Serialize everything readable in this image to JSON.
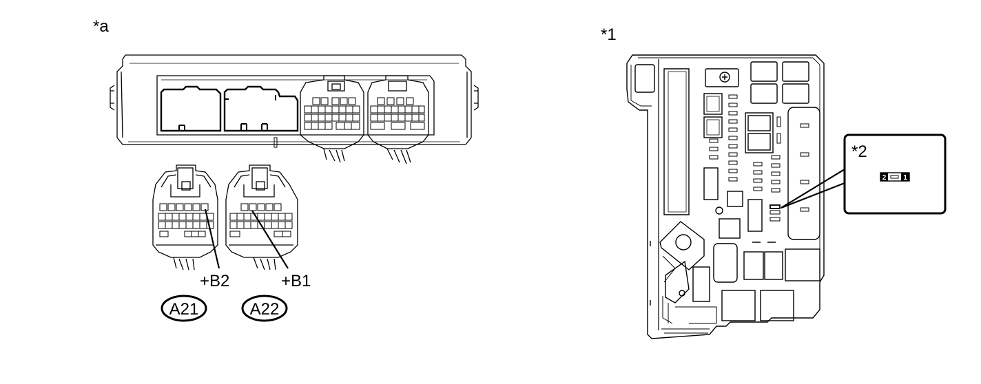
{
  "labels": {
    "view_a": "*a",
    "view_1": "*1",
    "callout_2": "*2",
    "terminal_b2": "+B2",
    "terminal_b1": "+B1",
    "connector_a21": "A21",
    "connector_a22": "A22",
    "fuse_pin_2": "2",
    "fuse_pin_1": "1"
  }
}
